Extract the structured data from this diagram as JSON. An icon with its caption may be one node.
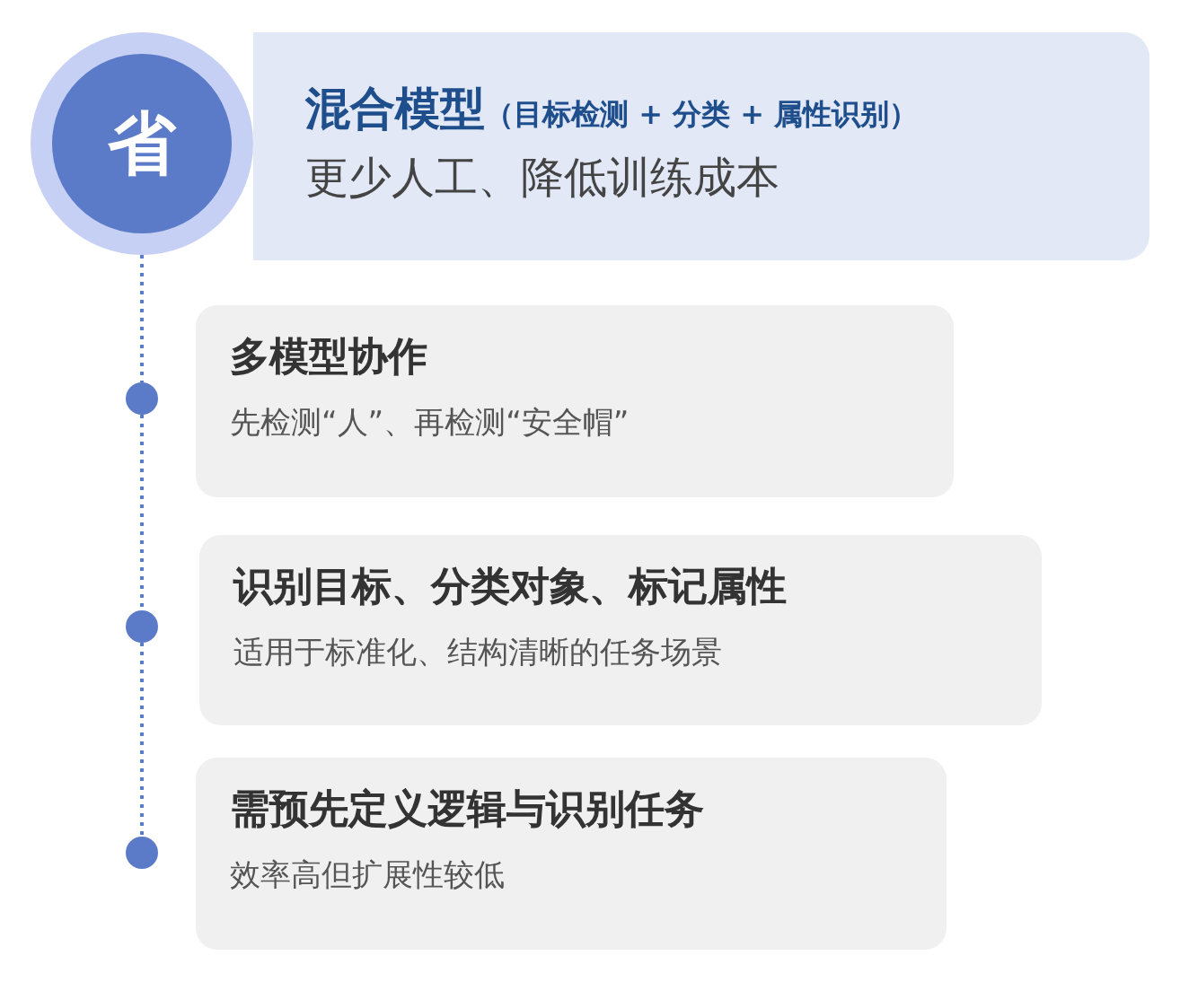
{
  "diagram": {
    "nodes": [
      {
        "text": [
          "省"
        ]
      },
      {
        "text": [
          "混合模型",
          "（目标检测 + 分类 + 属性识别）",
          "更少人工、降低训练成本"
        ]
      },
      {
        "text": [],
        "shape": "circle"
      },
      {
        "text": [
          "多模型协作",
          "先检测“人”、再检测“安全帽”"
        ]
      },
      {
        "text": [],
        "shape": "circle"
      },
      {
        "text": [
          "识别目标、分类对象、标记属性",
          "适用于标准化、结构清晰的任务场景"
        ]
      },
      {
        "text": [],
        "shape": "circle"
      },
      {
        "text": [
          "需预先定义逻辑与识别任务",
          "效率高但扩展性较低"
        ]
      }
    ],
    "edges": [
      {
        "from": 0,
        "to": 2,
        "arrow": "none",
        "style": "dashed"
      },
      {
        "from": 2,
        "to": 4,
        "arrow": "none",
        "style": "dashed"
      },
      {
        "from": 4,
        "to": 6,
        "arrow": "none",
        "style": "dashed"
      }
    ]
  }
}
